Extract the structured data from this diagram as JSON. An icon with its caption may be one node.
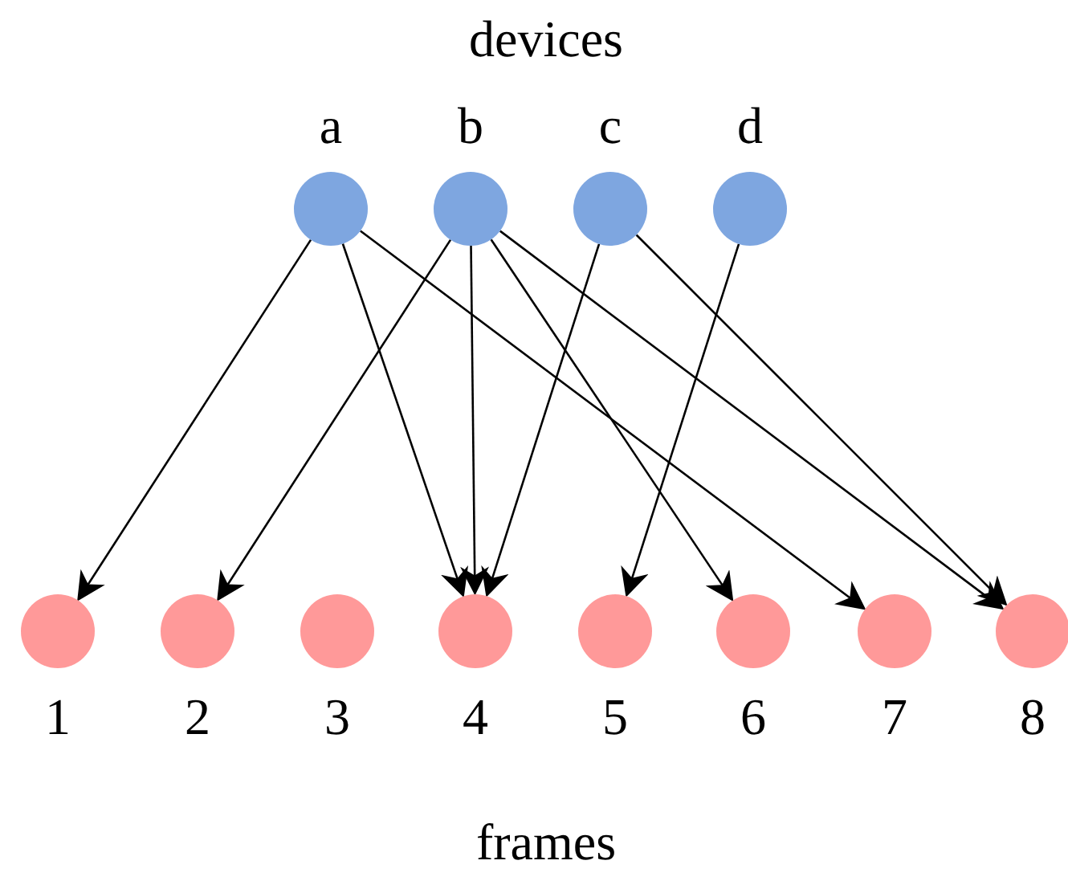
{
  "diagram": {
    "nodes": [
      {
        "text": [
          "a"
        ]
      },
      {
        "text": [
          "b"
        ]
      },
      {
        "text": [
          "c"
        ]
      },
      {
        "text": [
          "d"
        ]
      },
      {
        "text": [
          "1"
        ]
      },
      {
        "text": [
          "2"
        ]
      },
      {
        "text": [
          "3"
        ]
      },
      {
        "text": [
          "4"
        ]
      },
      {
        "text": [
          "5"
        ]
      },
      {
        "text": [
          "6"
        ]
      },
      {
        "text": [
          "7"
        ]
      },
      {
        "text": [
          "8"
        ]
      }
    ],
    "edges": [
      {
        "from": 0,
        "to": 4,
        "arrow": "to"
      },
      {
        "from": 0,
        "to": 7,
        "arrow": "to"
      },
      {
        "from": 0,
        "to": 10,
        "arrow": "to"
      },
      {
        "from": 1,
        "to": 5,
        "arrow": "to"
      },
      {
        "from": 1,
        "to": 7,
        "arrow": "to"
      },
      {
        "from": 1,
        "to": 9,
        "arrow": "to"
      },
      {
        "from": 1,
        "to": 11,
        "arrow": "to"
      },
      {
        "from": 2,
        "to": 7,
        "arrow": "to"
      },
      {
        "from": 2,
        "to": 11,
        "arrow": "to"
      },
      {
        "from": 3,
        "to": 8,
        "arrow": "to"
      }
    ],
    "labels": [
      "devices",
      "frames"
    ]
  }
}
